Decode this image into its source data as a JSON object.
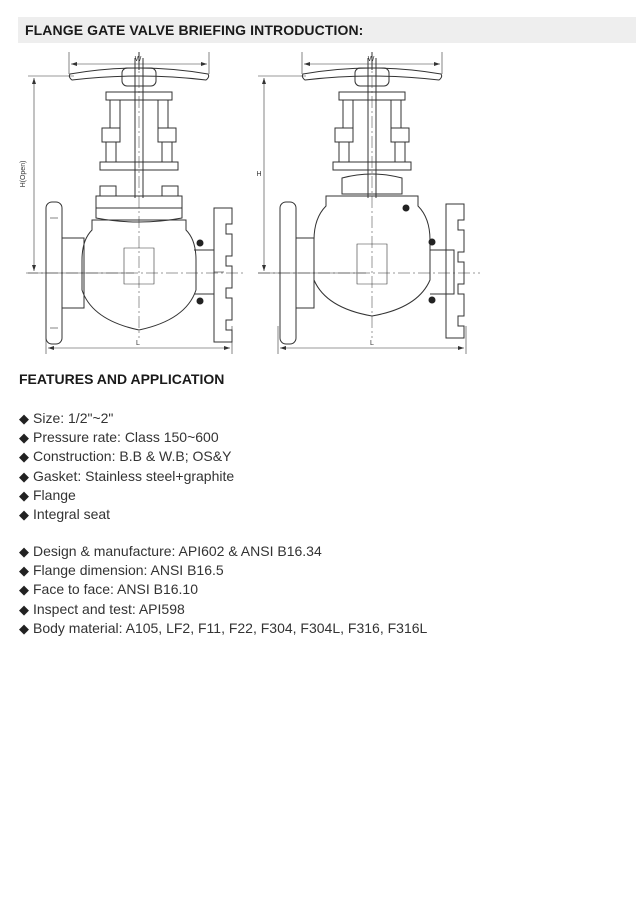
{
  "header": {
    "title": "FLANGE GATE VALVE BRIEFING INTRODUCTION:"
  },
  "drawing": {
    "left": {
      "width_label": "W",
      "height_label": "H(Open)",
      "length_label": "L"
    },
    "right": {
      "width_label": "W",
      "height_label": "H",
      "length_label": "L"
    }
  },
  "features": {
    "heading": "FEATURES AND APPLICATION",
    "bullet": "◆",
    "group1": [
      "Size: 1/2\"~2\"",
      "Pressure rate: Class 150~600",
      "Construction: B.B & W.B; OS&Y",
      "Gasket: Stainless steel+graphite",
      "Flange",
      "Integral seat"
    ],
    "group2": [
      "Design & manufacture: API602 & ANSI B16.34",
      "Flange dimension: ANSI B16.5",
      "Face to face: ANSI B16.10",
      "Inspect and test: API598",
      "Body material: A105, LF2, F11, F22, F304, F304L, F316, F316L"
    ]
  }
}
